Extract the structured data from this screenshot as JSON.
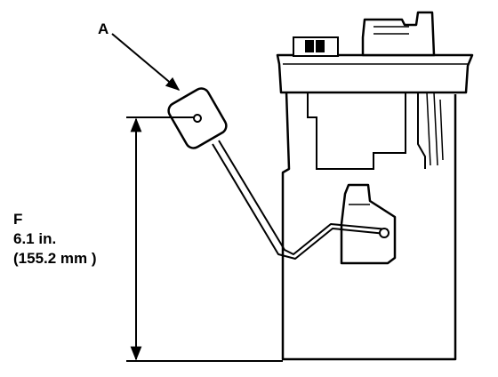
{
  "callout": {
    "letter": "A"
  },
  "dimension": {
    "letter": "F",
    "imperial": "6.1 in.",
    "metric": "(155.2 mm )"
  }
}
